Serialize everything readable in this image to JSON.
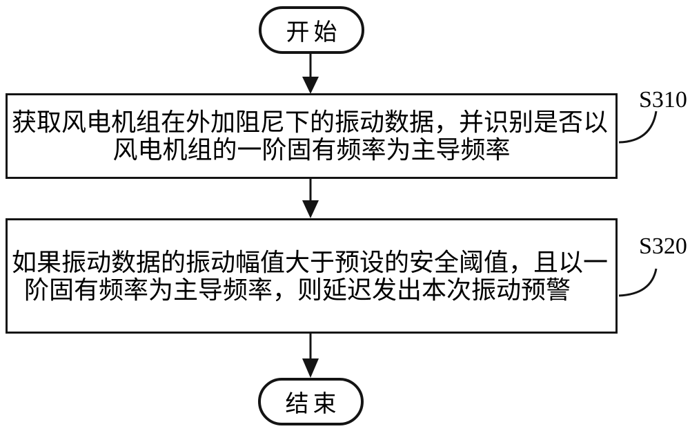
{
  "flowchart": {
    "title_hint": "wind-turbine vibration pre-warning flowchart",
    "start": {
      "label": "开始"
    },
    "end": {
      "label": "结束"
    },
    "steps": [
      {
        "id": "S310",
        "line1": "获取风电机组在外加阻尼下的振动数据，并识别是否以",
        "line2": "风电机组的一阶固有频率为主导频率"
      },
      {
        "id": "S320",
        "line1": "如果振动数据的振动幅值大于预设的安全阈值，且以一",
        "line2": "阶固有频率为主导频率，则延迟发出本次振动预警"
      }
    ],
    "colors": {
      "stroke": "#141414",
      "background": "#ffffff",
      "text": "#000000"
    }
  }
}
